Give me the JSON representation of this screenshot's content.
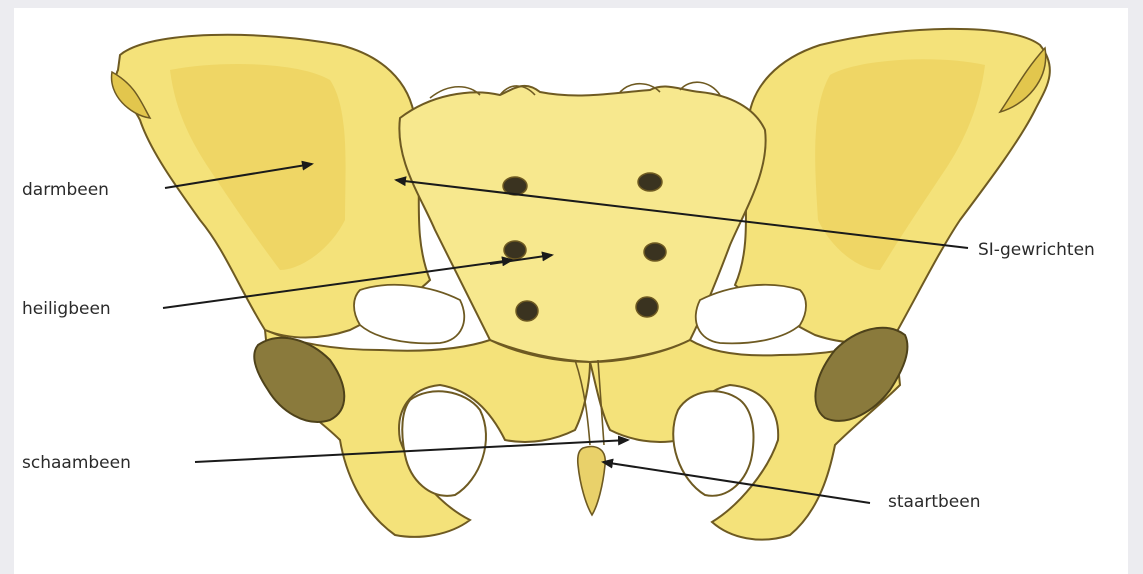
{
  "labels": {
    "darmbeen": "darmbeen",
    "heiligbeen": "heiligbeen",
    "schaambeen": "schaambeen",
    "si_gewrichten": "SI-gewrichten",
    "staartbeen": "staartbeen"
  },
  "colors": {
    "bone_fill": "#f4e27a",
    "bone_shadow": "#e2c64d",
    "bone_outline": "#6e5a22",
    "dark_shadow": "#8a7a3c",
    "arrow": "#1a1a1a",
    "background_outer": "#ececf0",
    "background_panel": "#ffffff"
  }
}
